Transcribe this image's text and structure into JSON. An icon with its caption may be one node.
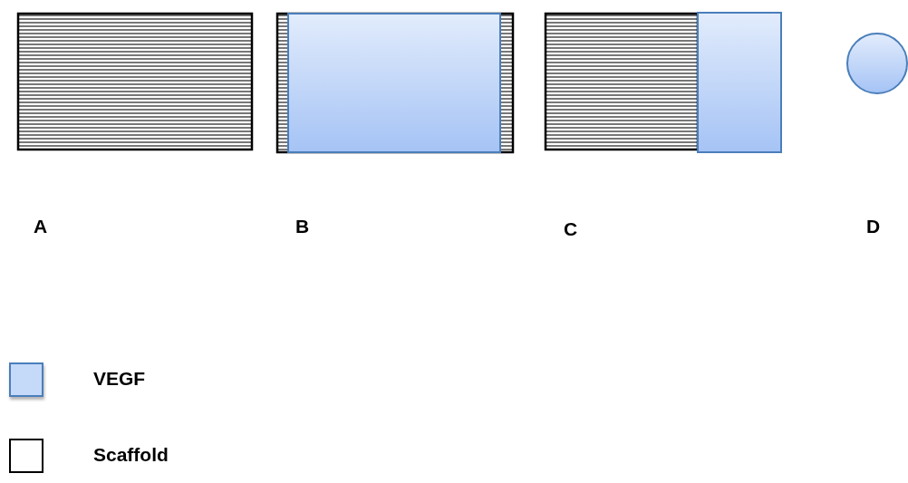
{
  "diagram": {
    "labels": [
      "A",
      "B",
      "C",
      "D"
    ],
    "legend": [
      {
        "text": "VEGF",
        "color": "#c5d9f9"
      },
      {
        "text": "Scaffold",
        "color": "#ffffff"
      }
    ]
  }
}
